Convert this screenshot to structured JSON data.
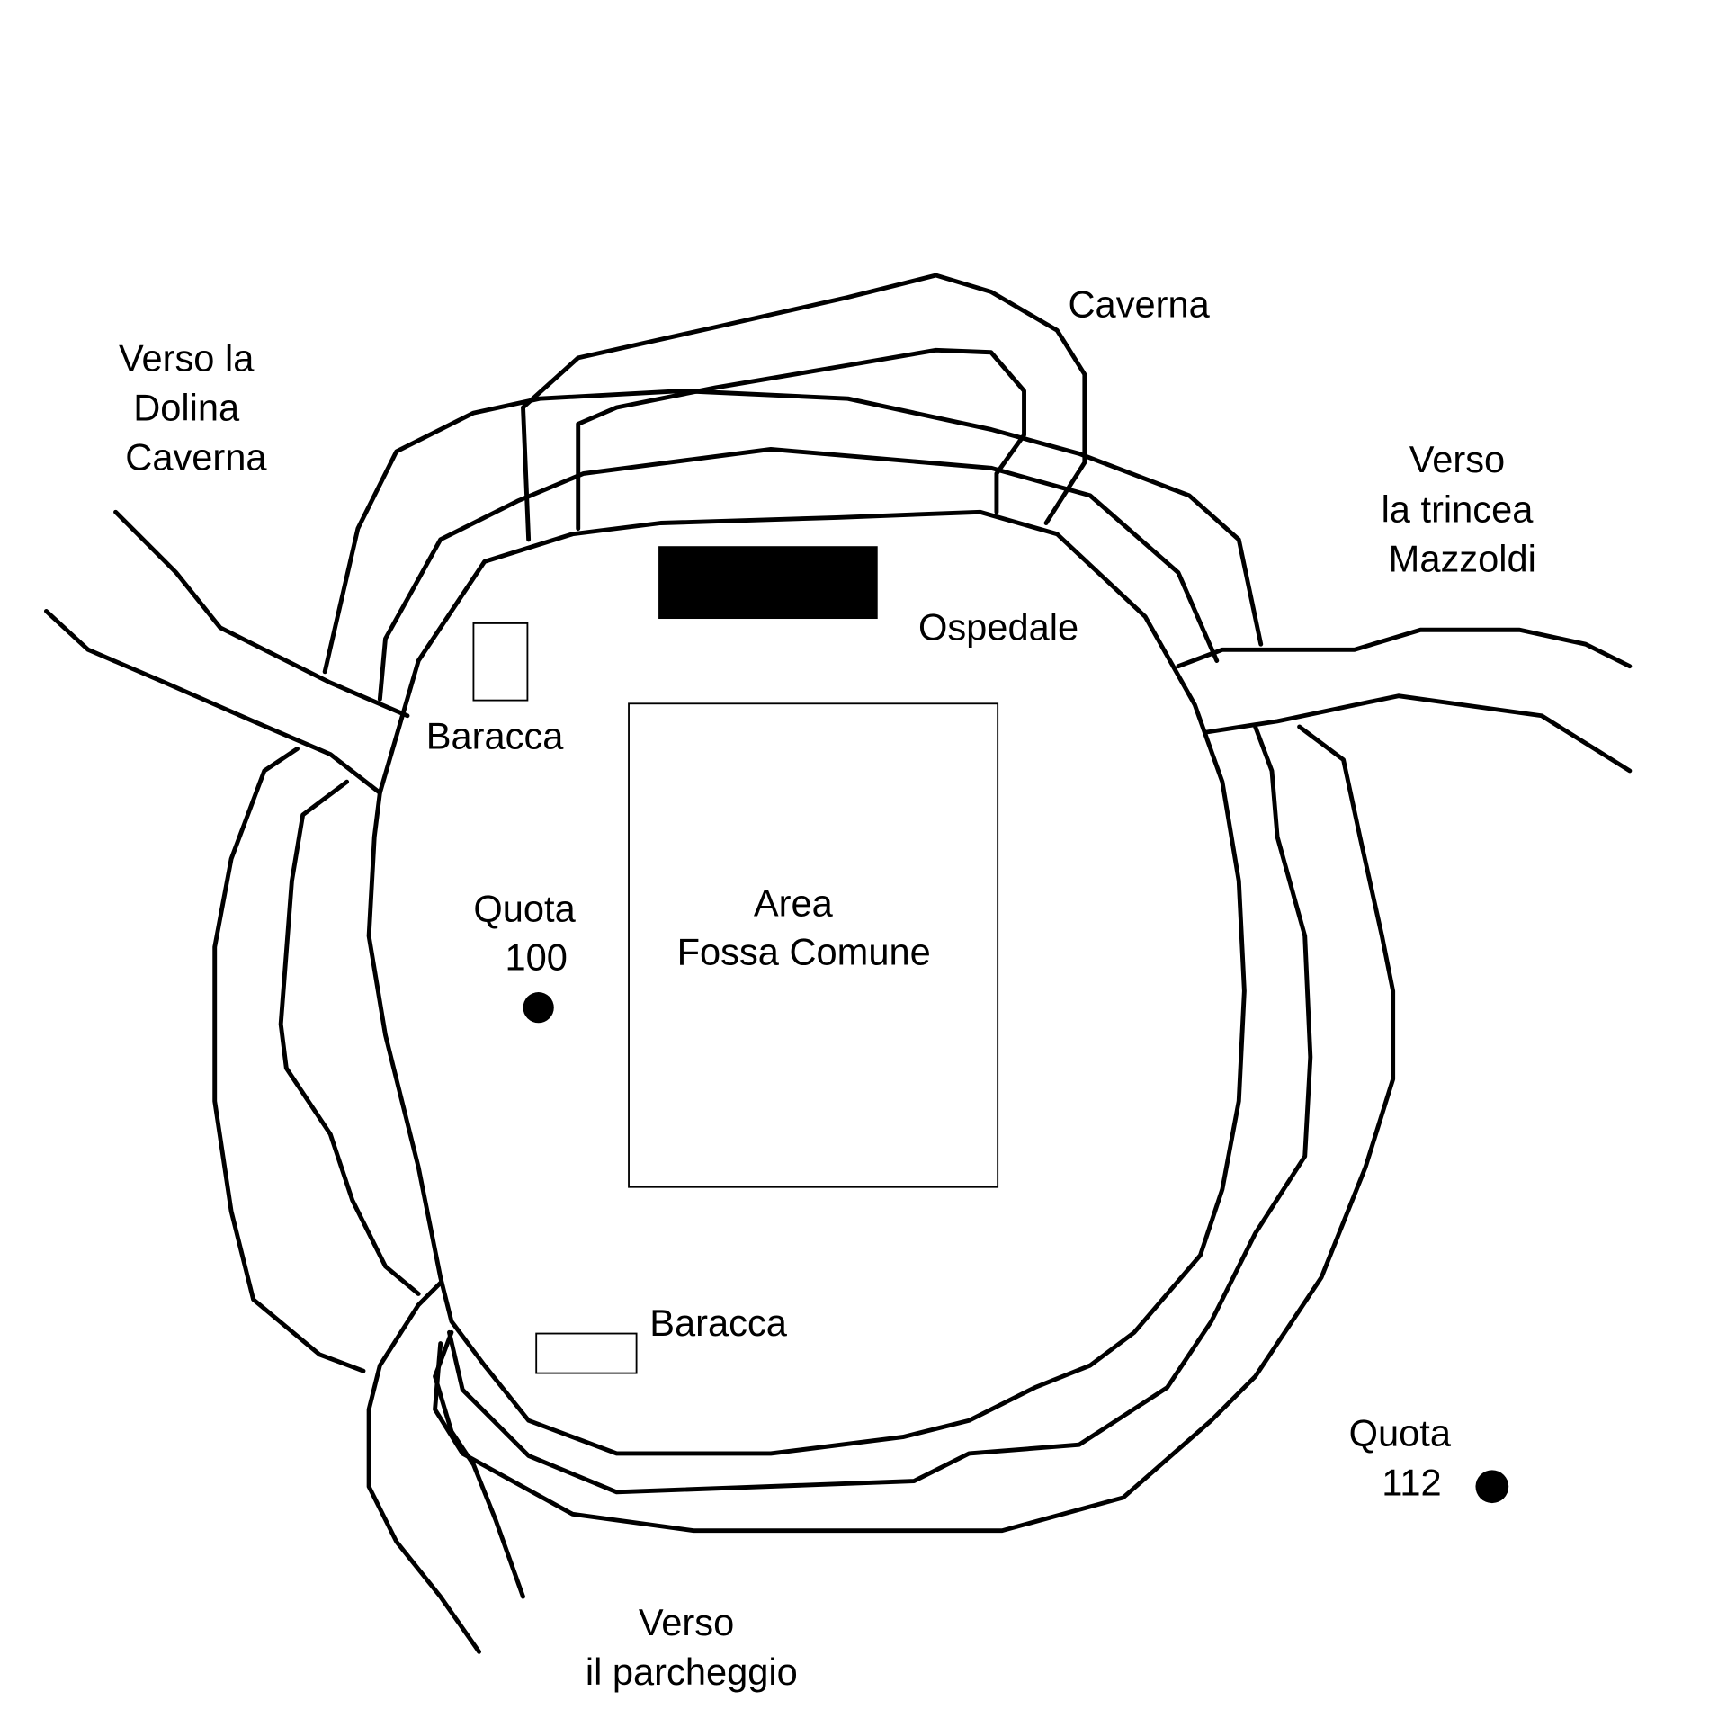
{
  "labels": {
    "dolina": [
      "Verso la",
      "Dolina",
      "Caverna"
    ],
    "caverna": "Caverna",
    "trincea": [
      "Verso",
      "la trincea",
      "Mazzoldi"
    ],
    "ospedale": "Ospedale",
    "baracca_top": "Baracca",
    "baracca_bottom": "Baracca",
    "area": [
      "Area",
      "Fossa Comune"
    ],
    "quota100": [
      "Quota",
      "100"
    ],
    "quota112": [
      "Quota",
      "112"
    ],
    "parcheggio": [
      "Verso",
      "il parcheggio"
    ]
  },
  "colors": {
    "ink": "#000000",
    "background": "#ffffff"
  }
}
